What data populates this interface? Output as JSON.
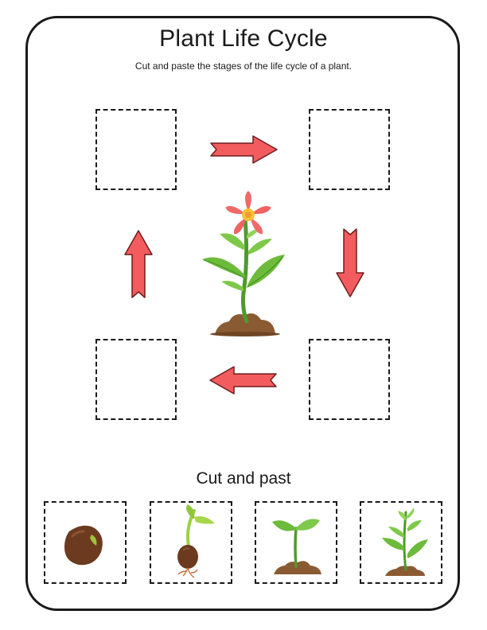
{
  "worksheet": {
    "title": "Plant Life Cycle",
    "instructions": "Cut and paste the stages of the life cycle of a plant.",
    "cutout_heading": "Cut and past"
  },
  "icons": {
    "center": "flowering-plant-icon",
    "arrows": [
      "arrow-right-icon",
      "arrow-down-icon",
      "arrow-left-icon",
      "arrow-up-icon"
    ],
    "cutouts": [
      "seed-icon",
      "germinating-seed-icon",
      "seedling-icon",
      "young-plant-icon"
    ]
  },
  "colors": {
    "arrow_fill": "#f25c5f",
    "arrow_stroke": "#6e1d1d",
    "leaf": "#6dbb3a",
    "leaf_dark": "#3f8f24",
    "soil": "#8a5a33",
    "seed": "#6b3a1f",
    "petal": "#f06a6a",
    "flower_center": "#f7c13a"
  }
}
